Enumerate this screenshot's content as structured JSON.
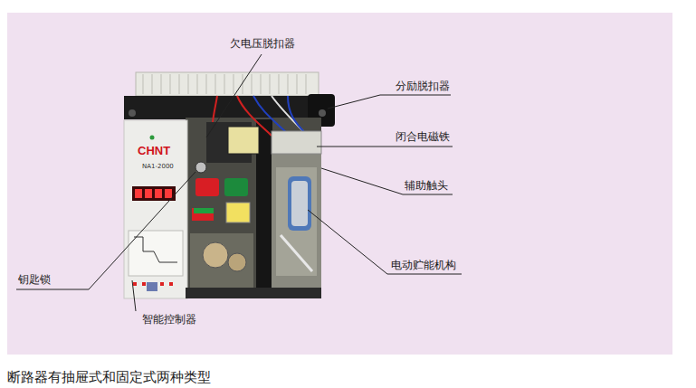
{
  "diagram": {
    "caption": "断路器有抽屉式和固定式两种类型",
    "labels": [
      "欠电压脱扣器",
      "分励脱扣器",
      "闭合电磁铁",
      "辅助触头",
      "电动贮能机构",
      "钥匙锁",
      "智能控制器",
      "CHNT",
      "NA1-2000"
    ]
  }
}
